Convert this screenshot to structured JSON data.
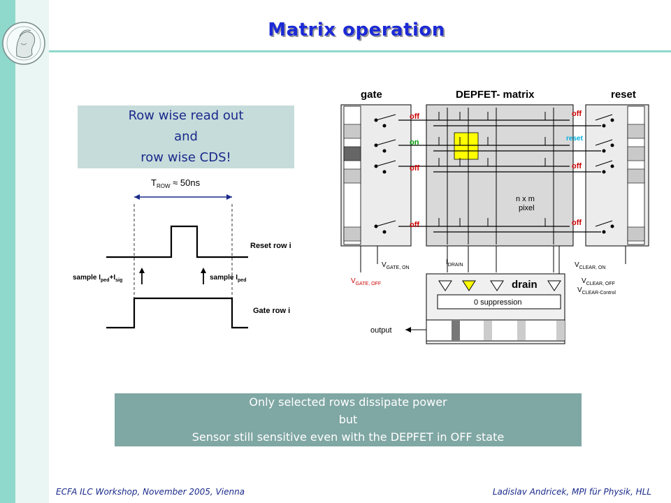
{
  "title": "Matrix operation",
  "info_box": {
    "line1": "Row wise read out",
    "line2": "and",
    "line3": "row wise CDS!"
  },
  "timing": {
    "t_row": "T",
    "t_row_sub": "ROW",
    "t_row_value": " ≈ 50ns",
    "reset_label": "Reset row i",
    "gate_label": "Gate row i",
    "sample1_a": "sample I",
    "sample1_sub1": "ped",
    "sample1_b": "+I",
    "sample1_sub2": "sig",
    "sample2_a": "sample I",
    "sample2_sub": "ped"
  },
  "matrix": {
    "gate_header": "gate",
    "matrix_header": "DEPFET- matrix",
    "reset_header": "reset",
    "gate_states": [
      "off",
      "on",
      "off",
      "off"
    ],
    "reset_states": [
      "off",
      "reset",
      "off",
      "off"
    ],
    "pixel_label_1": "n x m",
    "pixel_label_2": "pixel",
    "vgate_on": "V",
    "vgate_on_sub": "GATE, ON",
    "vgate_off": "V",
    "vgate_off_sub": "GATE, OFF",
    "idrain": "I",
    "idrain_sub": "DRAIN",
    "vclear_on": "V",
    "vclear_on_sub": "CLEAR, ON",
    "vclear_off": "V",
    "vclear_off_sub": "CLEAR, OFF",
    "vclear_ctrl": "V",
    "vclear_ctrl_sub": "CLEAR-Control",
    "drain_label": "drain",
    "suppression": "0 suppression",
    "output": "output"
  },
  "bottom_box": {
    "line1": "Only selected rows dissipate power",
    "line2": "but",
    "line3": "Sensor still sensitive even with the DEPFET in OFF state"
  },
  "footer": {
    "left": "ECFA ILC Workshop, November 2005, Vienna",
    "right": "Ladislav Andricek, MPI für Physik, HLL"
  },
  "colors": {
    "accent": "#8fd8cc",
    "title": "#1c2ad6",
    "state_red": "#cc0000",
    "state_green": "#009900",
    "reset_cyan": "#00b0e0",
    "highlight_yellow": "#ffff00"
  }
}
